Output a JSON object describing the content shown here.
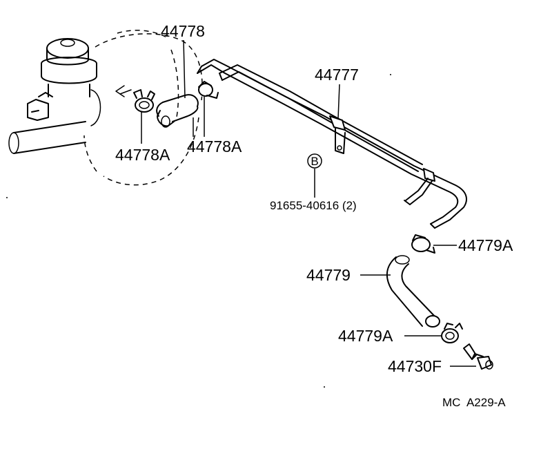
{
  "parts": {
    "p44778": "44778",
    "p44778a_left": "44778A",
    "p44778a_right": "44778A",
    "p44777": "44777",
    "bolt_mark": "B",
    "bolt": "91655-40616 (2)",
    "p44779a_top": "44779A",
    "p44779": "44779",
    "p44779a_bottom": "44779A",
    "p44730f": "44730F"
  },
  "figure_code": "MC  A229-A"
}
